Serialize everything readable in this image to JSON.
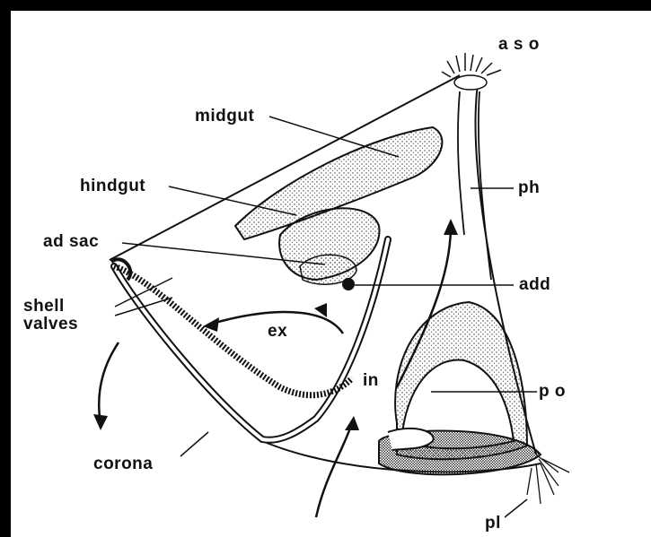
{
  "labels": {
    "aso": "a s o",
    "midgut": "midgut",
    "hindgut": "hindgut",
    "ph": "ph",
    "ad_sac": "ad sac",
    "add": "add",
    "shell": "shell",
    "valves": "valves",
    "ex": "ex",
    "in": "in",
    "po": "p o",
    "corona": "corona",
    "pl": "pl"
  },
  "colors": {
    "ink": "#111111",
    "paper": "#ffffff",
    "border": "#000000"
  }
}
